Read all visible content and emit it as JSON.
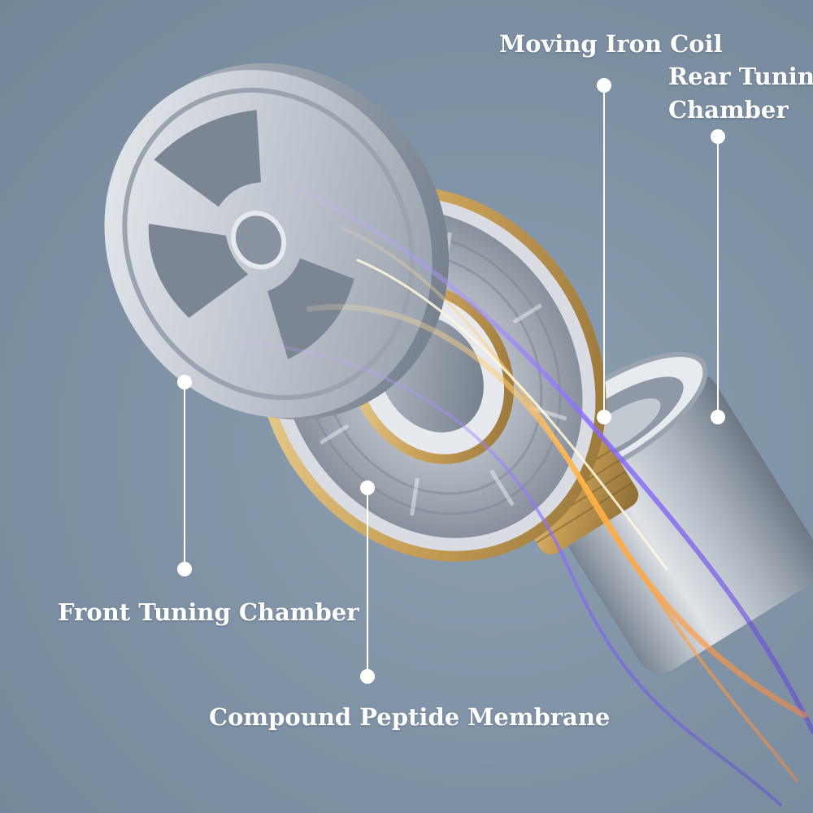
{
  "labels": {
    "moving_iron_coil": "Moving Iron Coil",
    "rear_tuning_chamber_line1": "Rear Tuning",
    "rear_tuning_chamber_line2": "Chamber",
    "front_tuning_chamber": "Front Tuning Chamber",
    "compound_peptide_membrane": "Compound Peptide Membrane"
  },
  "colors": {
    "background": "#7d90a3",
    "label_text": "#ffffff",
    "metal": "#c9ced6",
    "gold_rim": "#d8b66a",
    "light_trail_orange": "#ffb347",
    "light_trail_violet": "#8a6cff"
  }
}
